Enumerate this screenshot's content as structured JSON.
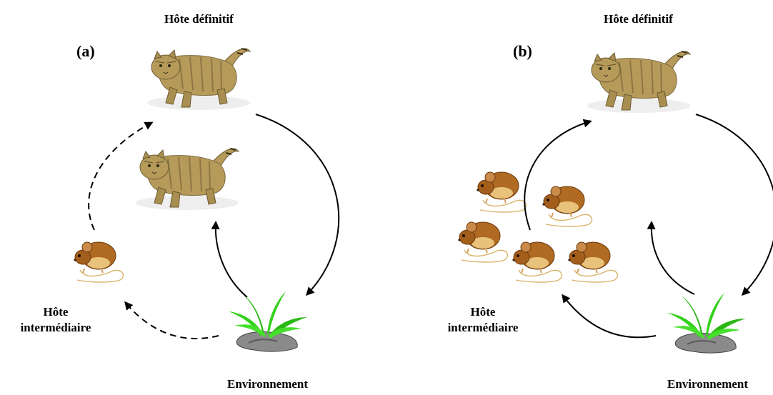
{
  "panel_a": {
    "label": "(a)",
    "definitive_host": "Hôte définitif",
    "intermediate_host_line1": "Hôte",
    "intermediate_host_line2": "intermédiaire",
    "environment": "Environnement"
  },
  "panel_b": {
    "label": "(b)",
    "definitive_host": "Hôte définitif",
    "intermediate_host_line1": "Hôte",
    "intermediate_host_line2": "intermédiaire",
    "environment": "Environnement"
  },
  "colors": {
    "cat_fur": "#b59a5a",
    "cat_stripe": "#6d5a32",
    "mouse_body": "#b06a22",
    "mouse_belly": "#e8c27a",
    "grass": "#34d11c",
    "rock": "#8a8a8a",
    "arrow": "#000000"
  },
  "icons": [
    "cat-icon",
    "mouse-icon",
    "grass-rock-icon"
  ]
}
